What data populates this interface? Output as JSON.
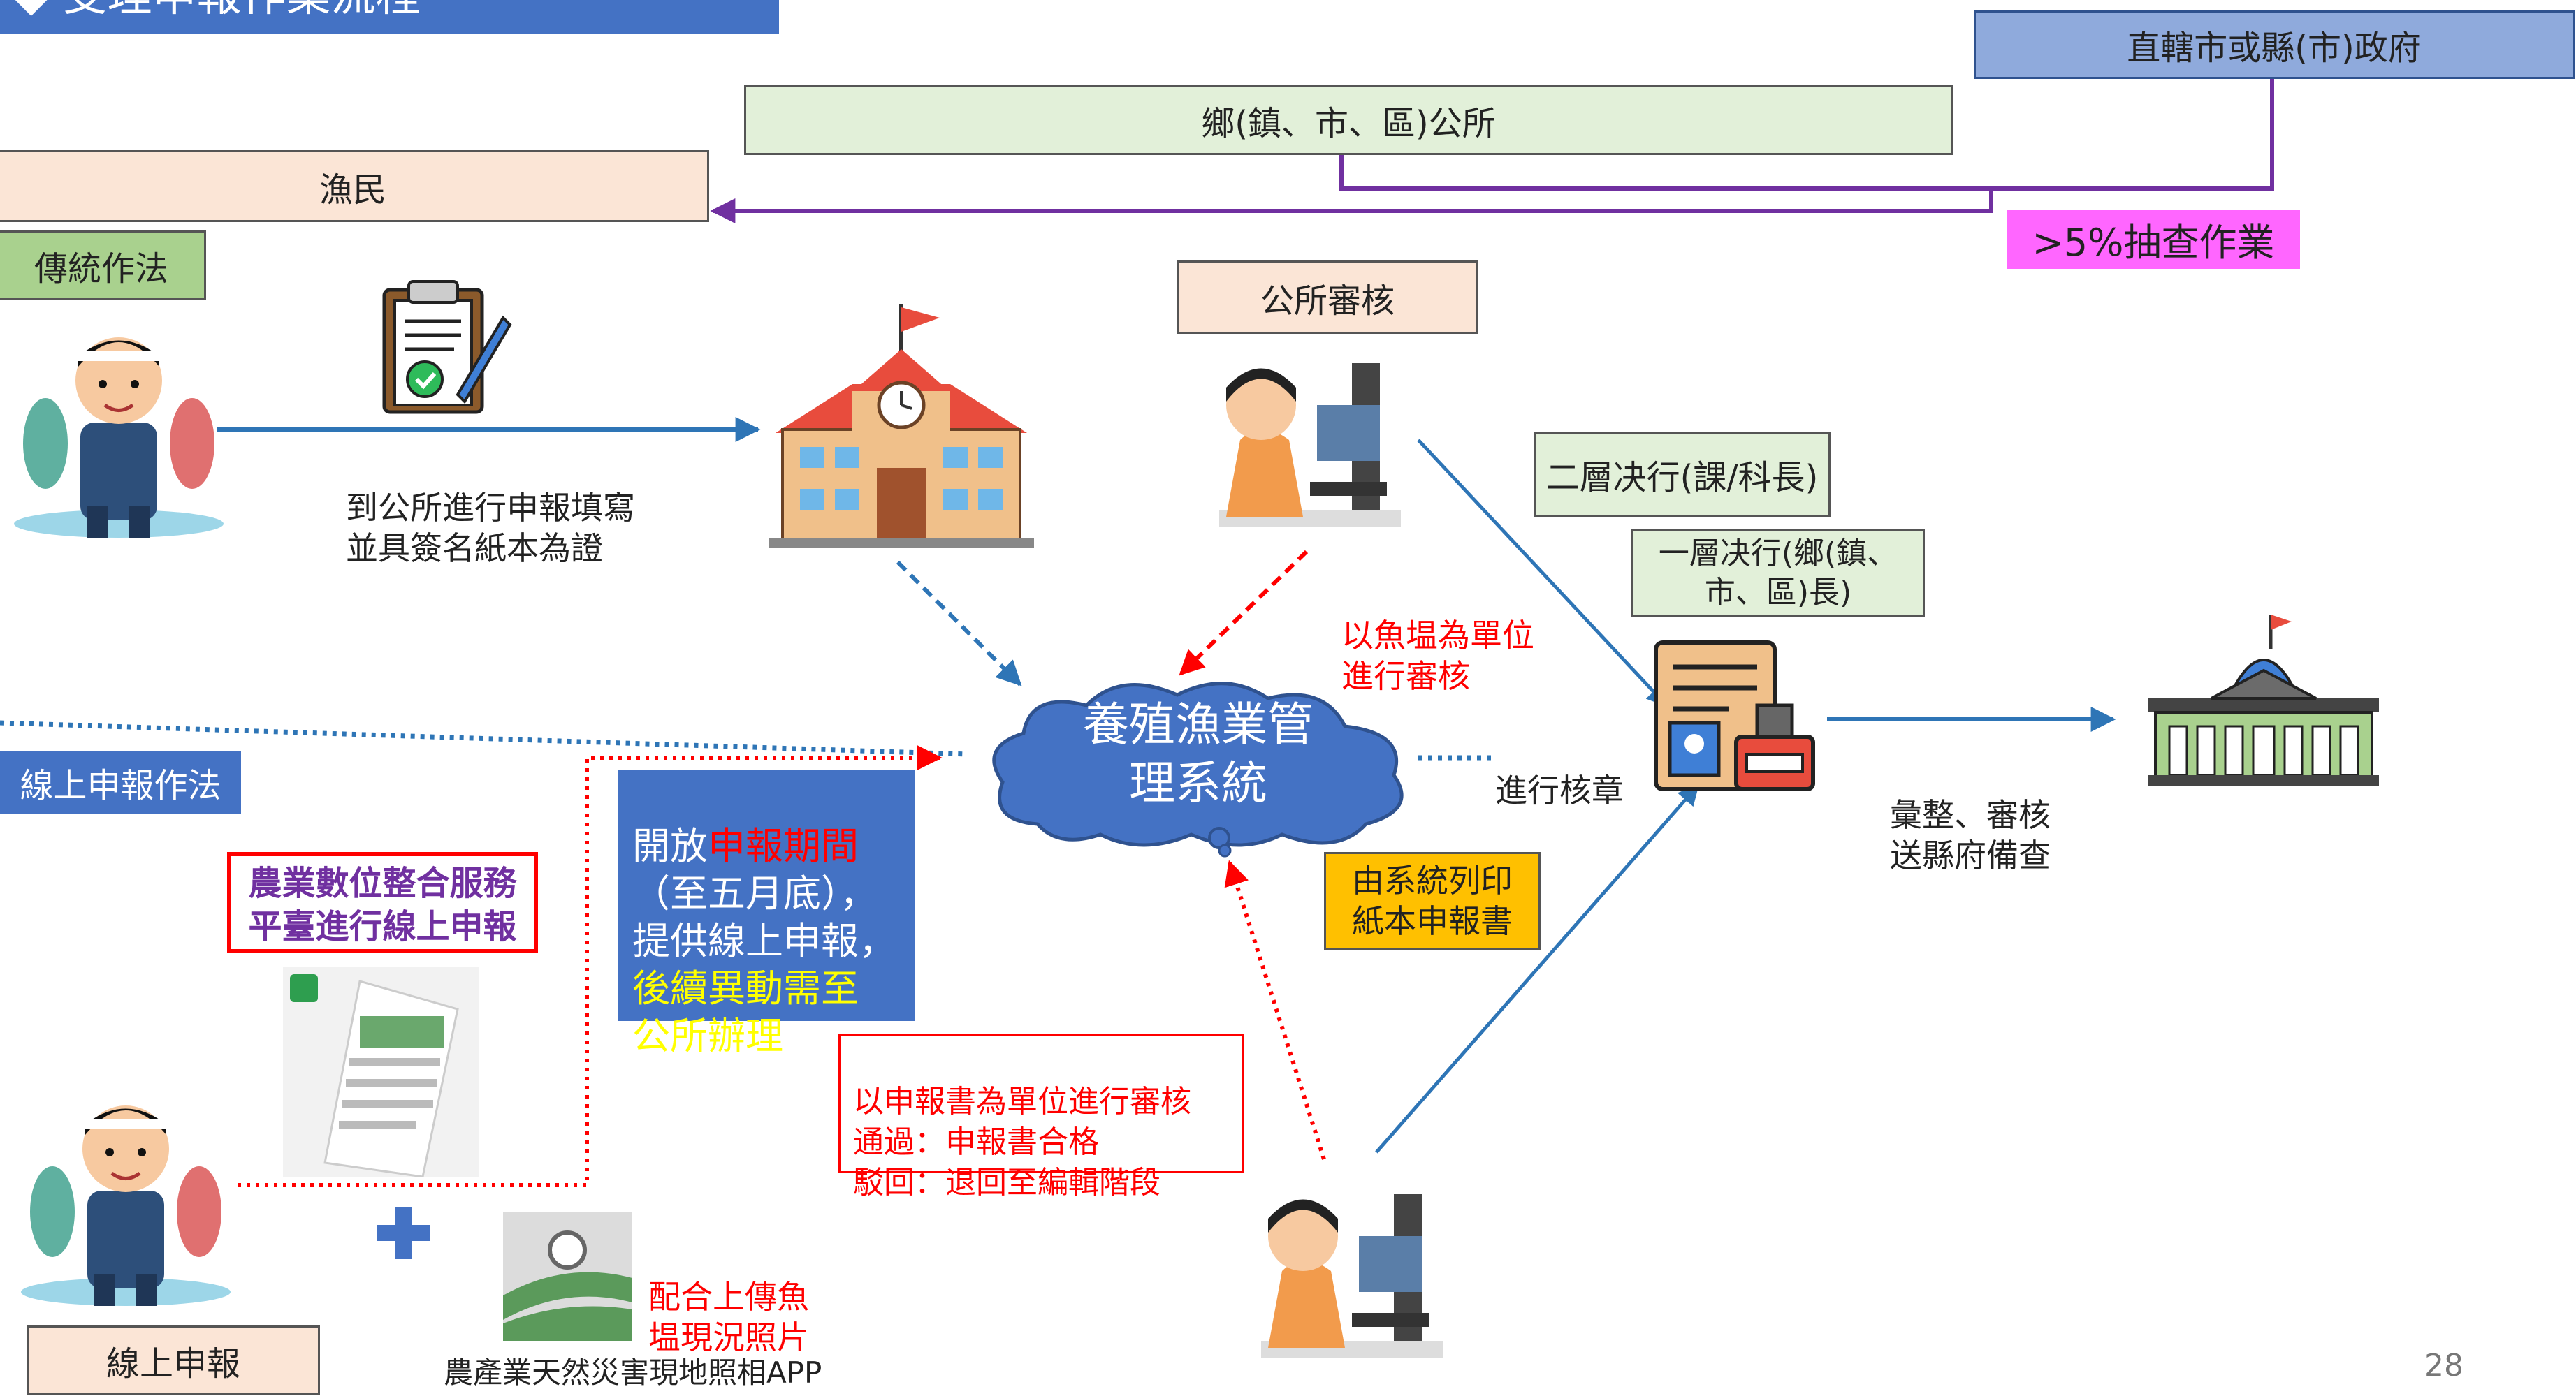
{
  "header": {
    "title_partial": "◆ 受理申報作業流程"
  },
  "boxes": {
    "municipal_gov": "直轄市或縣(市)政府",
    "township_office": "鄉(鎮、市、區)公所",
    "fishermen": "漁民",
    "spot_check": ">5%抽查作業",
    "traditional_method": "傳統作法",
    "office_review": "公所審核",
    "approval_level2": "二層决行(課/科長)",
    "approval_level1": "一層决行(鄉(鎮、\n市、區)長)",
    "online_method": "線上申報作法",
    "online_report": "線上申報",
    "system_print": "由系統列印\n紙本申報書"
  },
  "labels": {
    "paper_form": "到公所進行申報填寫\n並具簽名紙本為證",
    "pond_unit_review": "以魚塭為單位\n進行審核",
    "stamp": "進行核章",
    "compile": "彙整、審核\n送縣府備查",
    "report_unit_review": "以申報書為單位進行審核\n通過：申報書合格\n駁回：退回至編輯階段",
    "upload_photos": "配合上傳魚\n塭現況照片",
    "app_name": "農產業天然災害現地照相APP",
    "page_number": "28"
  },
  "platform_box": {
    "line1": "農業數位整合服務",
    "line2": "平臺進行線上申報"
  },
  "cloud": {
    "text": "養殖漁業管\n理系統"
  },
  "notice": {
    "part1": "開放",
    "part2_highlight": "申報期間",
    "part3": "\n（至五月底），\n提供線上申報，\n",
    "part4_yellow": "後續異動需至\n公所辦理",
    "part5": "。"
  },
  "colors": {
    "blue_header": "#4472c4",
    "gov_box": "#8faadc",
    "green_box": "#e2f0d9",
    "tan_box": "#fbe5d6",
    "pink_box": "#ff66ff",
    "orange_box": "#ffc000",
    "purple_line": "#7030a0",
    "blue_arrow": "#2e75b6",
    "red": "#ff0000"
  }
}
